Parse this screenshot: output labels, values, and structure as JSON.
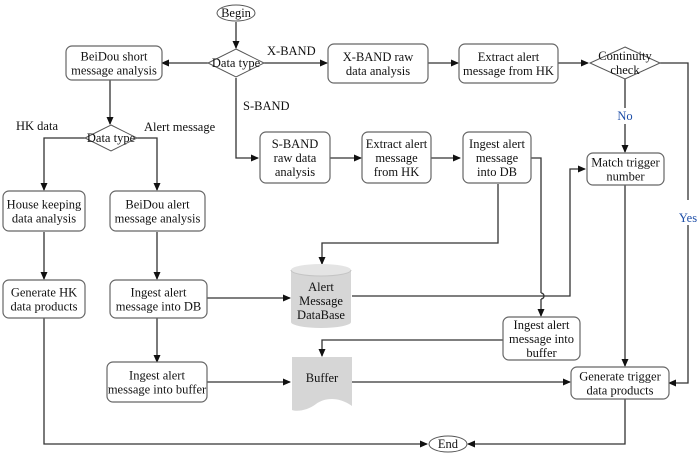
{
  "title": "Alert message processing flowchart",
  "colors": {
    "line": "#333333",
    "box_border": "#666666",
    "storage_fill": "#d6d6d6",
    "branch_label": "#1f4fa8"
  },
  "terminals": {
    "begin": "Begin",
    "end": "End"
  },
  "decisions": {
    "data_type_main": "Data type",
    "data_type_beidou": "Data type",
    "continuity_check": [
      "Continuity",
      "check"
    ]
  },
  "processes": {
    "beidou_short": [
      "BeiDou short",
      "message analysis"
    ],
    "xband_raw": [
      "X-BAND raw",
      "data analysis"
    ],
    "extract_xband": [
      "Extract alert",
      "message from HK"
    ],
    "sband_raw": [
      "S-BAND",
      "raw data",
      "analysis"
    ],
    "extract_sband": [
      "Extract alert",
      "message",
      "from HK"
    ],
    "ingest_db_sband": [
      "Ingest alert",
      "message",
      "into DB"
    ],
    "match_trigger": [
      "Match trigger",
      "number"
    ],
    "housekeeping": [
      "House keeping",
      "data analysis"
    ],
    "beidou_alert": [
      "BeiDou alert",
      "message analysis"
    ],
    "generate_hk": [
      "Generate HK",
      "data products"
    ],
    "ingest_db_beidou": [
      "Ingest alert",
      "message into DB"
    ],
    "ingest_buffer_beidou": [
      "Ingest alert",
      "message into buffer"
    ],
    "ingest_buffer_right": [
      "Ingest alert",
      "message into",
      "buffer"
    ],
    "generate_trigger": [
      "Generate trigger",
      "data products"
    ]
  },
  "storage": {
    "database": [
      "Alert",
      "Message",
      "DataBase"
    ],
    "buffer": "Buffer"
  },
  "edge_labels": {
    "xband": "X-BAND",
    "sband": "S-BAND",
    "hk_data": "HK data",
    "alert_message": "Alert message",
    "no": "No",
    "yes": "Yes"
  }
}
